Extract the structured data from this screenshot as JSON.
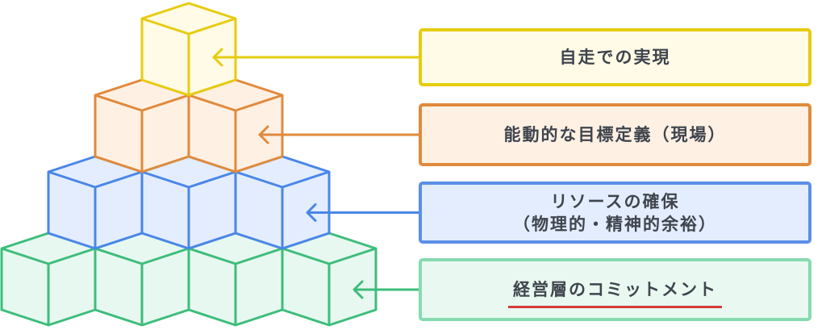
{
  "title": "Pyramid of conditions for autonomous realization",
  "levels": [
    {
      "id": "top",
      "label": "自走での実現",
      "cube_count": 1,
      "stroke": "#e6cc10",
      "fill": "#fffbe6",
      "box_border": "#e6cc10",
      "box_fill": "#fffbe6",
      "underlined": false
    },
    {
      "id": "second",
      "label": "能動的な目標定義（現場）",
      "cube_count": 2,
      "stroke": "#e08a3c",
      "fill": "#fef0e3",
      "box_border": "#e08a3c",
      "box_fill": "#fef0e3",
      "underlined": false
    },
    {
      "id": "third",
      "label": "リソースの確保\n（物理的・精神的余裕）",
      "cube_count": 3,
      "stroke": "#4a86e8",
      "fill": "#e3edfd",
      "box_border": "#5b8fe8",
      "box_fill": "#e3edfd",
      "underlined": false
    },
    {
      "id": "base",
      "label": "経営層のコミットメント",
      "cube_count": 4,
      "stroke": "#3dbd7a",
      "fill": "#e7f8f0",
      "box_border": "#86dbb0",
      "box_fill": "#e9f9f1",
      "underlined": true,
      "underline_color": "#d63a3a"
    }
  ],
  "arrow_icon": "arrow-left-icon"
}
